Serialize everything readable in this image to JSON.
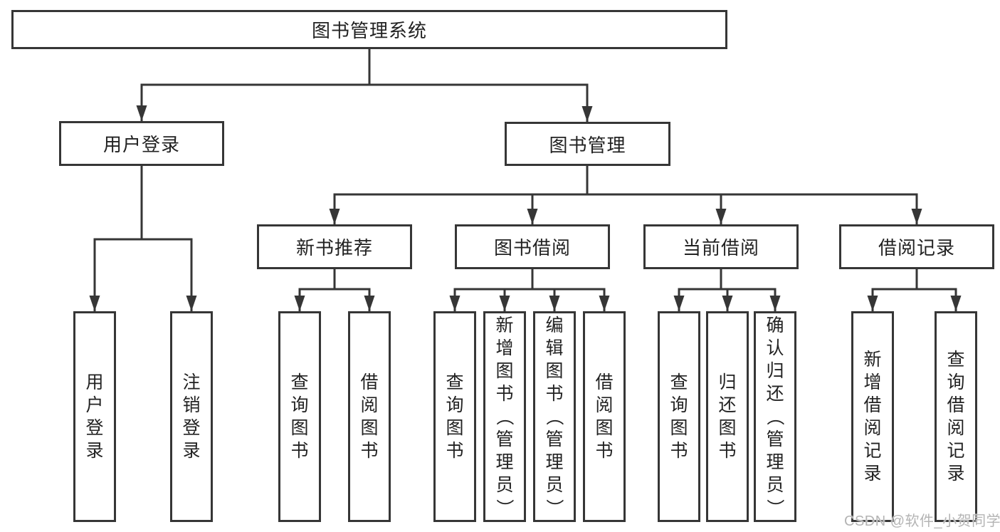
{
  "tree": {
    "root": {
      "label": "图书管理系统"
    },
    "level1": [
      {
        "label": "用户登录"
      },
      {
        "label": "图书管理"
      }
    ],
    "level2": [
      {
        "label": "新书推荐"
      },
      {
        "label": "图书借阅"
      },
      {
        "label": "当前借阅"
      },
      {
        "label": "借阅记录"
      }
    ],
    "leaves": [
      {
        "label": "用户登录"
      },
      {
        "label": "注销登录"
      },
      {
        "label": "查询图书"
      },
      {
        "label": "借阅图书"
      },
      {
        "label": "查询图书"
      },
      {
        "label": "新增图书（管理员）"
      },
      {
        "label": "编辑图书（管理员）"
      },
      {
        "label": "借阅图书"
      },
      {
        "label": "查询图书"
      },
      {
        "label": "归还图书"
      },
      {
        "label": "确认归还（管理员）"
      },
      {
        "label": "新增借阅记录"
      },
      {
        "label": "查询借阅记录"
      }
    ]
  },
  "watermark": {
    "text": "CSDN @软件_小贺同学"
  },
  "colors": {
    "line": "#363636",
    "border": "#363636",
    "fill": "#ffffff",
    "text": "#222222",
    "watermark": "#b4b4b4"
  }
}
